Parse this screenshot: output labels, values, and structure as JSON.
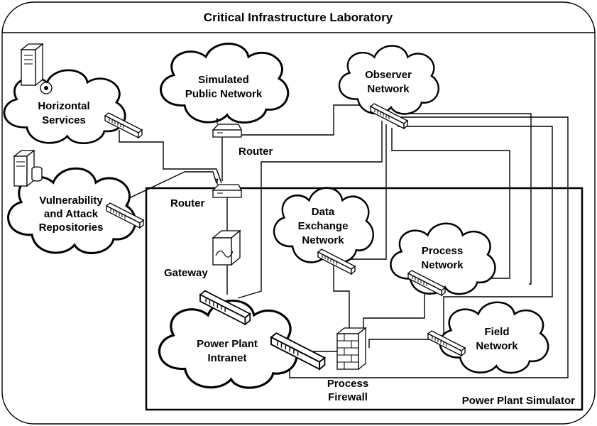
{
  "title": "Critical Infrastructure Laboratory",
  "simulator_label": "Power Plant Simulator",
  "clouds": {
    "horizontal_services": [
      "Horizontal",
      "Services"
    ],
    "public_network": [
      "Simulated",
      "Public Network"
    ],
    "observer_network": [
      "Observer",
      "Network"
    ],
    "vulnerability_repos": [
      "Vulnerability",
      "and Attack",
      "Repositories"
    ],
    "data_exchange": [
      "Data",
      "Exchange",
      "Network"
    ],
    "process_network": [
      "Process",
      "Network"
    ],
    "field_network": [
      "Field",
      "Network"
    ],
    "plant_intranet": [
      "Power Plant",
      "Intranet"
    ]
  },
  "devices": {
    "router_top": "Router",
    "router_bottom": "Router",
    "gateway": "Gateway",
    "firewall": [
      "Process",
      "Firewall"
    ]
  },
  "icons": {
    "switch": "network-switch-icon",
    "router": "router-icon",
    "server": "server-icon",
    "database": "database-server-icon",
    "gateway": "gateway-icon",
    "firewall": "firewall-icon"
  }
}
